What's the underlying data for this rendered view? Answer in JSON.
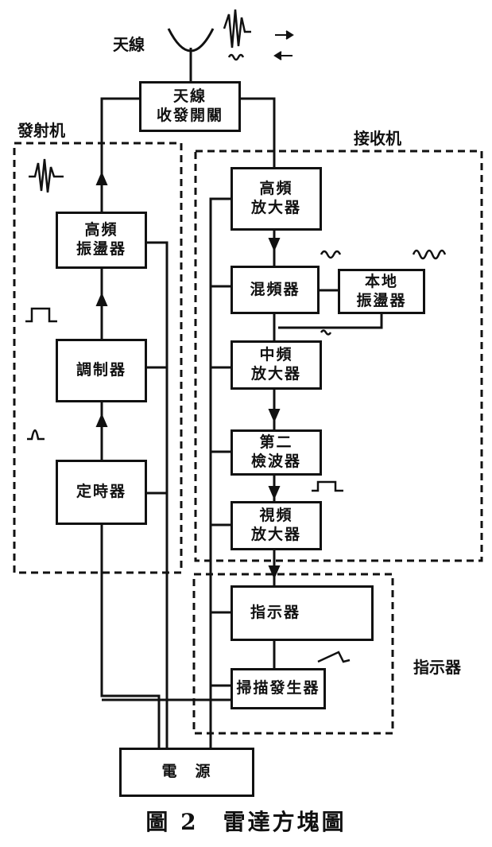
{
  "antenna_label": "天線",
  "transmitter_label": "發射机",
  "receiver_label": "接收机",
  "indicator_label": "指示器",
  "blocks": {
    "duplexer": [
      "天線",
      "收發開關"
    ],
    "rf_oscillator": [
      "高頻",
      "振盪器"
    ],
    "modulator": [
      "調制器"
    ],
    "timer": [
      "定時器"
    ],
    "rf_amplifier": [
      "高頻",
      "放大器"
    ],
    "mixer": [
      "混頻器"
    ],
    "local_oscillator": [
      "本地",
      "振盪器"
    ],
    "if_amplifier": [
      "中頻",
      "放大器"
    ],
    "second_detector": [
      "第二",
      "檢波器"
    ],
    "video_amplifier": [
      "視頻",
      "放大器"
    ],
    "display": [
      "指示器"
    ],
    "sweep_generator": [
      "掃描發生器"
    ],
    "power_supply": [
      "電　源"
    ]
  },
  "caption": "圖 2　雷達方塊圖"
}
